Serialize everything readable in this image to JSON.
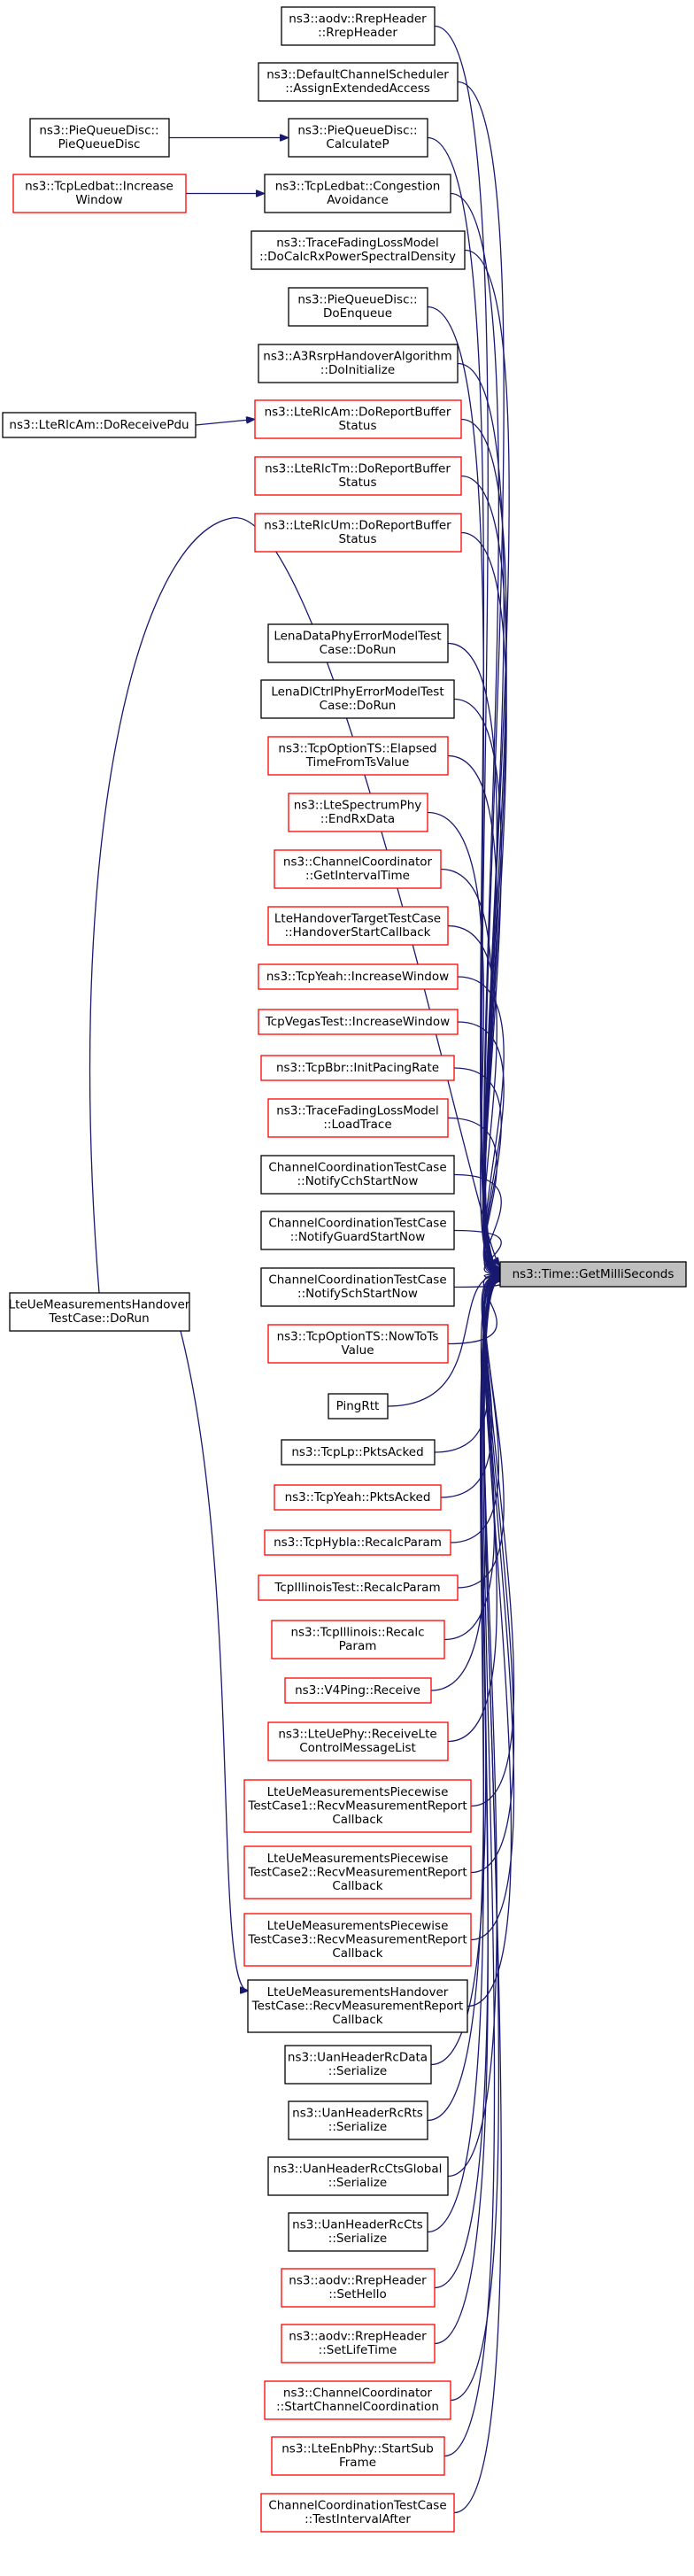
{
  "colors": {
    "edge": "#191970",
    "border_black": "#000000",
    "border_red": "#ff0000",
    "target_fill": "#bfbfbf"
  },
  "target": {
    "id": "target",
    "lines": [
      "ns3::Time::GetMilliSeconds"
    ]
  },
  "callers": [
    {
      "id": "n01",
      "lines": [
        "ns3::aodv::RrepHeader",
        "::RrepHeader"
      ],
      "border": "black"
    },
    {
      "id": "n02",
      "lines": [
        "ns3::DefaultChannelScheduler",
        "::AssignExtendedAccess"
      ],
      "border": "black"
    },
    {
      "id": "n03",
      "lines": [
        "ns3::PieQueueDisc::",
        "CalculateP"
      ],
      "border": "black"
    },
    {
      "id": "n04",
      "lines": [
        "ns3::TcpLedbat::Congestion",
        "Avoidance"
      ],
      "border": "black"
    },
    {
      "id": "n05",
      "lines": [
        "ns3::TraceFadingLossModel",
        "::DoCalcRxPowerSpectralDensity"
      ],
      "border": "black"
    },
    {
      "id": "n06",
      "lines": [
        "ns3::PieQueueDisc::",
        "DoEnqueue"
      ],
      "border": "black"
    },
    {
      "id": "n07",
      "lines": [
        "ns3::A3RsrpHandoverAlgorithm",
        "::DoInitialize"
      ],
      "border": "black"
    },
    {
      "id": "n08",
      "lines": [
        "ns3::LteRlcAm::DoReportBuffer",
        "Status"
      ],
      "border": "red"
    },
    {
      "id": "n09",
      "lines": [
        "ns3::LteRlcTm::DoReportBuffer",
        "Status"
      ],
      "border": "red"
    },
    {
      "id": "n10",
      "lines": [
        "ns3::LteRlcUm::DoReportBuffer",
        "Status"
      ],
      "border": "red"
    },
    {
      "id": "n11",
      "lines": [
        "LenaDataPhyErrorModelTest",
        "Case::DoRun"
      ],
      "border": "black"
    },
    {
      "id": "n12",
      "lines": [
        "LenaDlCtrlPhyErrorModelTest",
        "Case::DoRun"
      ],
      "border": "black"
    },
    {
      "id": "n13",
      "lines": [
        "ns3::TcpOptionTS::Elapsed",
        "TimeFromTsValue"
      ],
      "border": "red"
    },
    {
      "id": "n14",
      "lines": [
        "ns3::LteSpectrumPhy",
        "::EndRxData"
      ],
      "border": "red"
    },
    {
      "id": "n15",
      "lines": [
        "ns3::ChannelCoordinator",
        "::GetIntervalTime"
      ],
      "border": "red"
    },
    {
      "id": "n16",
      "lines": [
        "LteHandoverTargetTestCase",
        "::HandoverStartCallback"
      ],
      "border": "red"
    },
    {
      "id": "n17",
      "lines": [
        "ns3::TcpYeah::IncreaseWindow"
      ],
      "border": "red"
    },
    {
      "id": "n18",
      "lines": [
        "TcpVegasTest::IncreaseWindow"
      ],
      "border": "red"
    },
    {
      "id": "n19",
      "lines": [
        "ns3::TcpBbr::InitPacingRate"
      ],
      "border": "red"
    },
    {
      "id": "n20",
      "lines": [
        "ns3::TraceFadingLossModel",
        "::LoadTrace"
      ],
      "border": "red"
    },
    {
      "id": "n21",
      "lines": [
        "ChannelCoordinationTestCase",
        "::NotifyCchStartNow"
      ],
      "border": "black"
    },
    {
      "id": "n22",
      "lines": [
        "ChannelCoordinationTestCase",
        "::NotifyGuardStartNow"
      ],
      "border": "black"
    },
    {
      "id": "n23",
      "lines": [
        "ChannelCoordinationTestCase",
        "::NotifySchStartNow"
      ],
      "border": "black"
    },
    {
      "id": "n24",
      "lines": [
        "ns3::TcpOptionTS::NowToTs",
        "Value"
      ],
      "border": "red"
    },
    {
      "id": "n25",
      "lines": [
        "PingRtt"
      ],
      "border": "black"
    },
    {
      "id": "n26",
      "lines": [
        "ns3::TcpLp::PktsAcked"
      ],
      "border": "black"
    },
    {
      "id": "n27",
      "lines": [
        "ns3::TcpYeah::PktsAcked"
      ],
      "border": "red"
    },
    {
      "id": "n28",
      "lines": [
        "ns3::TcpHybla::RecalcParam"
      ],
      "border": "red"
    },
    {
      "id": "n29",
      "lines": [
        "TcpIllinoisTest::RecalcParam"
      ],
      "border": "red"
    },
    {
      "id": "n30",
      "lines": [
        "ns3::TcpIllinois::Recalc",
        "Param"
      ],
      "border": "red"
    },
    {
      "id": "n31",
      "lines": [
        "ns3::V4Ping::Receive"
      ],
      "border": "red"
    },
    {
      "id": "n32",
      "lines": [
        "ns3::LteUePhy::ReceiveLte",
        "ControlMessageList"
      ],
      "border": "red"
    },
    {
      "id": "n33",
      "lines": [
        "LteUeMeasurementsPiecewise",
        "TestCase1::RecvMeasurementReport",
        "Callback"
      ],
      "border": "red"
    },
    {
      "id": "n34",
      "lines": [
        "LteUeMeasurementsPiecewise",
        "TestCase2::RecvMeasurementReport",
        "Callback"
      ],
      "border": "red"
    },
    {
      "id": "n35",
      "lines": [
        "LteUeMeasurementsPiecewise",
        "TestCase3::RecvMeasurementReport",
        "Callback"
      ],
      "border": "red"
    },
    {
      "id": "n36",
      "lines": [
        "LteUeMeasurementsHandover",
        "TestCase::RecvMeasurementReport",
        "Callback"
      ],
      "border": "black"
    },
    {
      "id": "n37",
      "lines": [
        "ns3::UanHeaderRcData",
        "::Serialize"
      ],
      "border": "black"
    },
    {
      "id": "n38",
      "lines": [
        "ns3::UanHeaderRcRts",
        "::Serialize"
      ],
      "border": "black"
    },
    {
      "id": "n39",
      "lines": [
        "ns3::UanHeaderRcCtsGlobal",
        "::Serialize"
      ],
      "border": "black"
    },
    {
      "id": "n40",
      "lines": [
        "ns3::UanHeaderRcCts",
        "::Serialize"
      ],
      "border": "black"
    },
    {
      "id": "n41",
      "lines": [
        "ns3::aodv::RrepHeader",
        "::SetHello"
      ],
      "border": "red"
    },
    {
      "id": "n42",
      "lines": [
        "ns3::aodv::RrepHeader",
        "::SetLifeTime"
      ],
      "border": "red"
    },
    {
      "id": "n43",
      "lines": [
        "ns3::ChannelCoordinator",
        "::StartChannelCoordination"
      ],
      "border": "red"
    },
    {
      "id": "n44",
      "lines": [
        "ns3::LteEnbPhy::StartSub",
        "Frame"
      ],
      "border": "red"
    },
    {
      "id": "n45",
      "lines": [
        "ChannelCoordinationTestCase",
        "::TestIntervalAfter"
      ],
      "border": "red"
    }
  ],
  "second_level": [
    {
      "id": "s1",
      "lines": [
        "ns3::PieQueueDisc::",
        "PieQueueDisc"
      ],
      "border": "black",
      "calls": "n03"
    },
    {
      "id": "s2",
      "lines": [
        "ns3::TcpLedbat::Increase",
        "Window"
      ],
      "border": "red",
      "calls": "n04"
    },
    {
      "id": "s3",
      "lines": [
        "ns3::LteRlcAm::DoReceivePdu"
      ],
      "border": "black",
      "calls": "n08"
    },
    {
      "id": "s4",
      "lines": [
        "LteUeMeasurementsHandover",
        "TestCase::DoRun"
      ],
      "border": "black",
      "calls": "n36"
    }
  ]
}
